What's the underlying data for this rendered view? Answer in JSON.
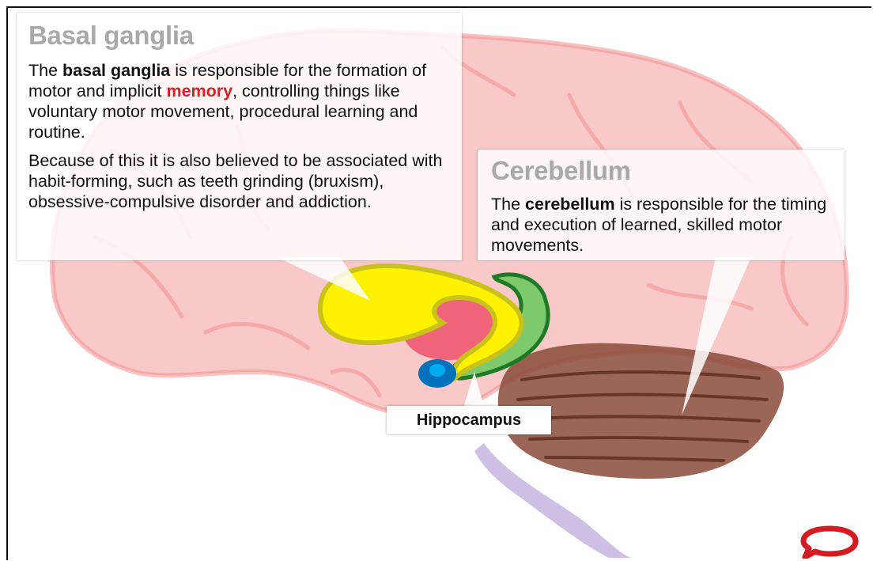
{
  "basal_ganglia": {
    "title": "Basal ganglia",
    "para1_prefix": "The ",
    "para1_term": "basal ganglia",
    "para1_mid": " is responsible for the formation of motor and implicit ",
    "para1_highlight": "memory",
    "para1_suffix": ", controlling things like voluntary motor movement, procedural learning and routine.",
    "para2": "Because of this it is also believed to be associated with habit-forming, such as teeth grinding (bruxism), obsessive-compulsive disorder and addiction."
  },
  "cerebellum": {
    "title": "Cerebellum",
    "text_prefix": "The ",
    "text_term": "cerebellum",
    "text_suffix": " is responsible for the timing and execution of learned, skilled motor movements."
  },
  "hippocampus": {
    "label": "Hippocampus"
  },
  "colors": {
    "brain_fill": "#f7b3b3",
    "brain_stroke": "#f38f8f",
    "basal_ganglia": "#fff200",
    "basal_ganglia_outline": "#c9c21a",
    "thalamus": "#f0647a",
    "hippocampus": "#7cc96e",
    "hippocampus_outline": "#1e7a25",
    "amygdala": "#0072bc",
    "cerebellum": "#8a4b3a",
    "brainstem": "#c5b4e0",
    "memory_highlight": "#e31b23",
    "title_gray": "#a9a9a9",
    "logo_red": "#d71920"
  },
  "icons": {
    "brand_logo": "speech-bubble-icon"
  }
}
